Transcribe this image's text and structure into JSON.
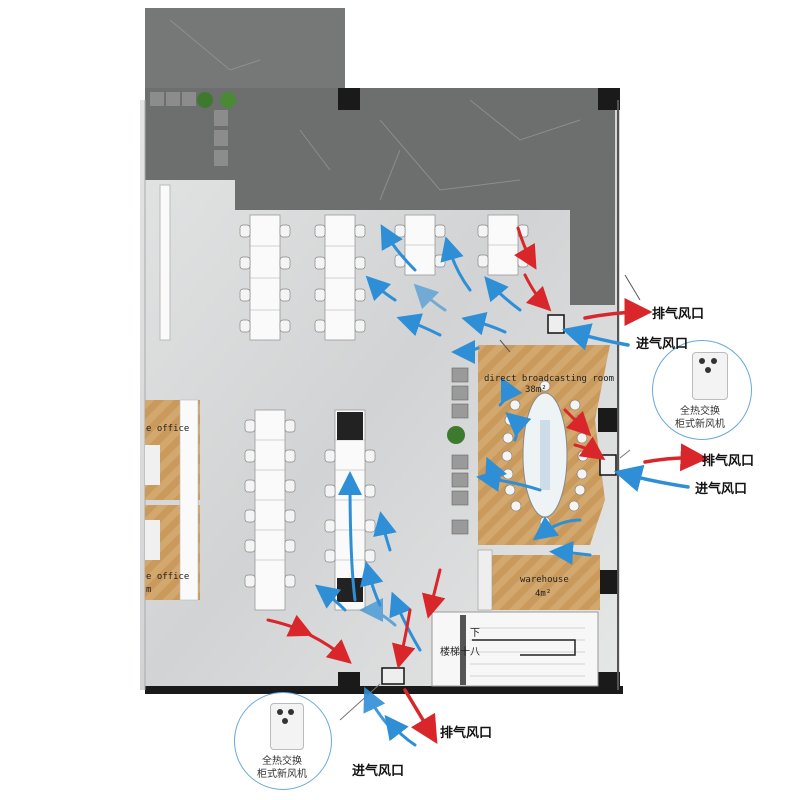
{
  "rooms": {
    "broadcast": {
      "name": "direct broadcasting room",
      "area": "38m²"
    },
    "warehouse": {
      "name": "warehouse",
      "area": "4m²"
    },
    "office_top": "e office",
    "office_bottom": "e office",
    "office_bottom_area": "m"
  },
  "stairs": {
    "label": "楼梯十八",
    "down": "下"
  },
  "vents": {
    "exhaust": "排气风口",
    "intake": "进气风口"
  },
  "unit": {
    "line1": "全热交换",
    "line2": "柜式新风机"
  },
  "colors": {
    "exhaust_arrow": "#d9262b",
    "intake_arrow": "#2f8fd6",
    "wood_floor": "#cfa46b",
    "marble_dark": "#6d6e6e",
    "marble_light": "#dcdddd"
  }
}
